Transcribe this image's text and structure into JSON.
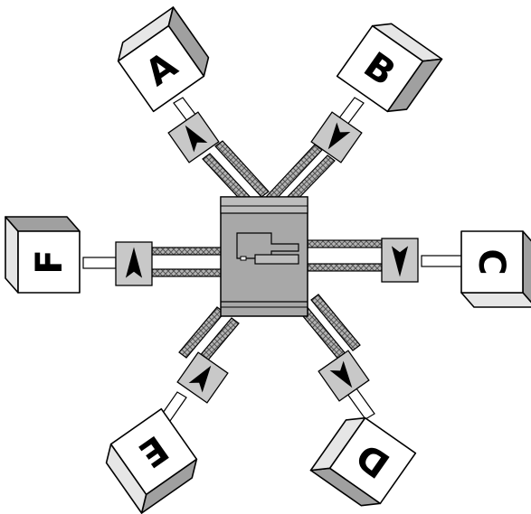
{
  "diagram": {
    "hub": {
      "label": "",
      "fill": "#a8a8a8",
      "stroke": "#000000"
    },
    "cable_color": "#909090",
    "converter_color": "#c8c8c8",
    "nodes": [
      {
        "id": "A",
        "label": "A"
      },
      {
        "id": "B",
        "label": "B"
      },
      {
        "id": "C",
        "label": "C"
      },
      {
        "id": "D",
        "label": "D"
      },
      {
        "id": "E",
        "label": "E"
      },
      {
        "id": "F",
        "label": "F"
      }
    ]
  }
}
